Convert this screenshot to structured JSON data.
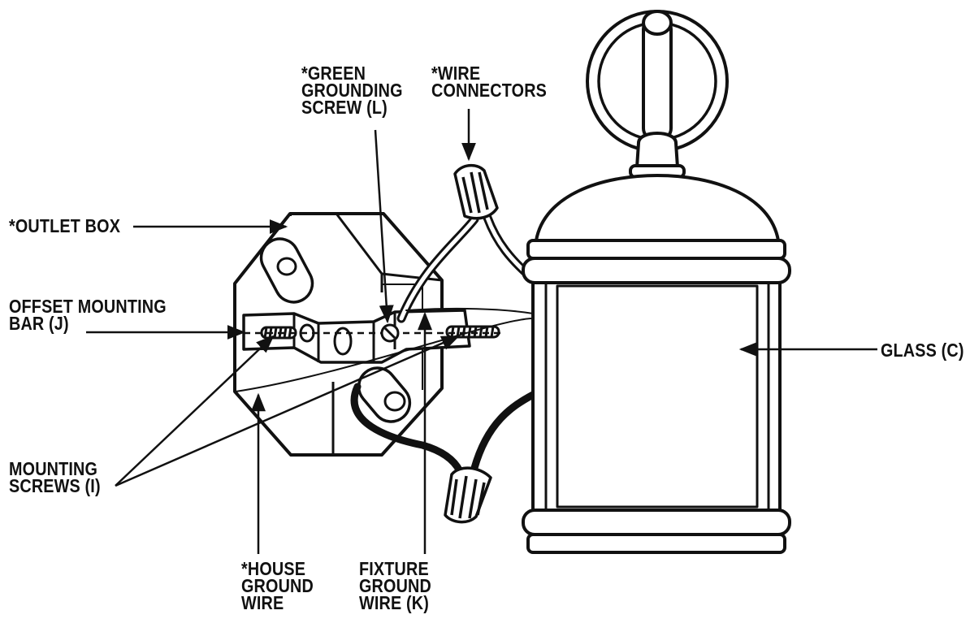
{
  "labels": {
    "green_screw": [
      "*GREEN",
      "GROUNDING",
      "SCREW (L)"
    ],
    "wire_connectors": [
      "*WIRE",
      "CONNECTORS"
    ],
    "outlet_box": [
      "*OUTLET BOX"
    ],
    "mounting_bar": [
      "OFFSET MOUNTING",
      "BAR (J)"
    ],
    "glass": [
      "GLASS (C)"
    ],
    "mounting_screws": [
      "MOUNTING",
      "SCREWS (I)"
    ],
    "house_ground": [
      "*HOUSE",
      "GROUND",
      "WIRE"
    ],
    "fixture_ground": [
      "FIXTURE",
      "GROUND",
      "WIRE (K)"
    ]
  },
  "colors": {
    "ink": "#111111",
    "paper": "#ffffff"
  }
}
